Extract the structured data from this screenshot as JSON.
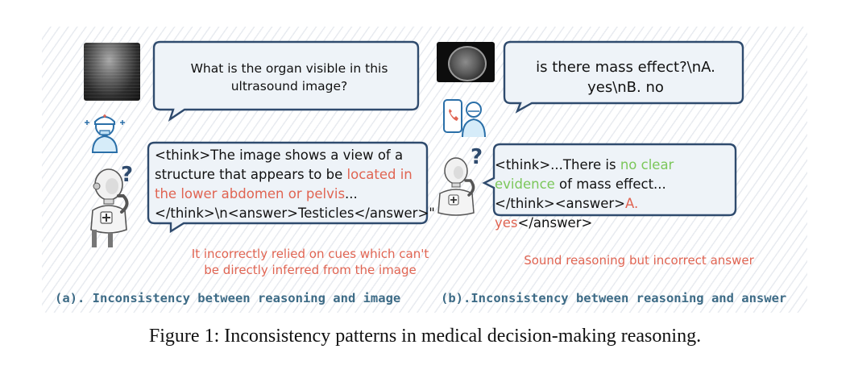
{
  "panel_a": {
    "question": "What is the organ visible in this ultrasound image?",
    "response": [
      {
        "text": "<think>The image shows a view of a structure that appears to be ",
        "color": "black"
      },
      {
        "text": "located in the lower abdomen or pelvis",
        "color": "red"
      },
      {
        "text": "...</think>\\n<answer>Testicles</answer>\"",
        "color": "black"
      }
    ],
    "note_line1": "It incorrectly relied on cues which can't",
    "note_line2": "be directly inferred from the image",
    "caption": "(a). Inconsistency between reasoning and image"
  },
  "panel_b": {
    "question_line1": "is there mass effect?\\nA.",
    "question_line2": "yes\\nB. no",
    "response": [
      {
        "text": "<think>...There is ",
        "color": "black"
      },
      {
        "text": "no clear evidence",
        "color": "green"
      },
      {
        "text": " of mass effect...",
        "color": "black"
      },
      {
        "text": "</think><answer>",
        "color": "black"
      },
      {
        "text": "A. yes",
        "color": "red"
      },
      {
        "text": "</answer>",
        "color": "black"
      }
    ],
    "note": "Sound reasoning but incorrect answer",
    "caption": "(b).Inconsistency between reasoning and answer"
  },
  "qmark": "?",
  "figure_caption": "Figure 1: Inconsistency patterns in medical decision-making reasoning.",
  "colors": {
    "red": "#e06452",
    "green": "#7bc75a",
    "caption": "#3d6b86",
    "bubble_fill": "#eef3f8",
    "bubble_stroke": "#2f4b6e"
  },
  "icons": [
    "ultrasound-image",
    "mri-brain-image",
    "nurse-icon",
    "doctor-phone-icon",
    "robot-thinking-icon"
  ]
}
